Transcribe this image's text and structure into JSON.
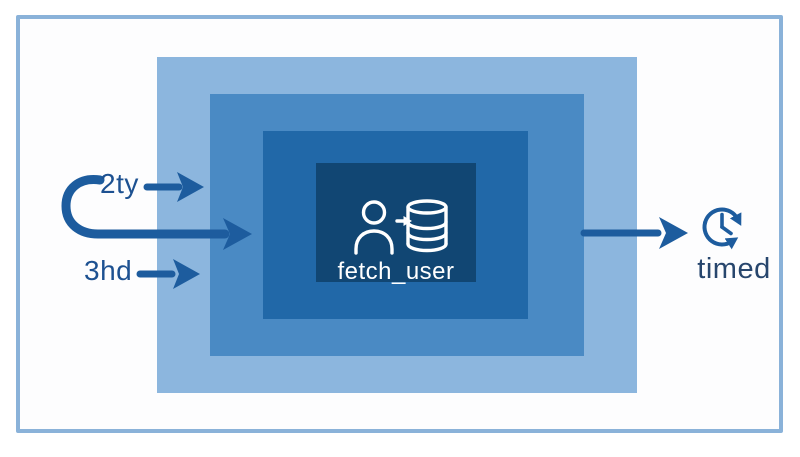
{
  "diagram": {
    "frame": {
      "border_color": "#8ab2d9",
      "background": "#ffffff"
    },
    "layers": [
      {
        "name": "outer-scope",
        "color": "#8cb6de"
      },
      {
        "name": "middle-scope",
        "color": "#4a8ac4"
      },
      {
        "name": "inner-scope",
        "color": "#2168a8"
      },
      {
        "name": "core-node",
        "color": "#114673"
      }
    ],
    "center_node": {
      "label": "fetch_user",
      "icon": "user-fetch-database-icon",
      "text_color": "#ffffff"
    },
    "inputs": [
      {
        "label": "2ty"
      },
      {
        "label": "3hd"
      }
    ],
    "loop_arrow": {
      "shape": "hook-loop-arrow"
    },
    "output": {
      "label": "timed",
      "icon": "clock-refresh-icon",
      "label_color": "#27466d"
    },
    "arrow_color": "#1d5c9e",
    "input_label_color": "#1d5191"
  }
}
